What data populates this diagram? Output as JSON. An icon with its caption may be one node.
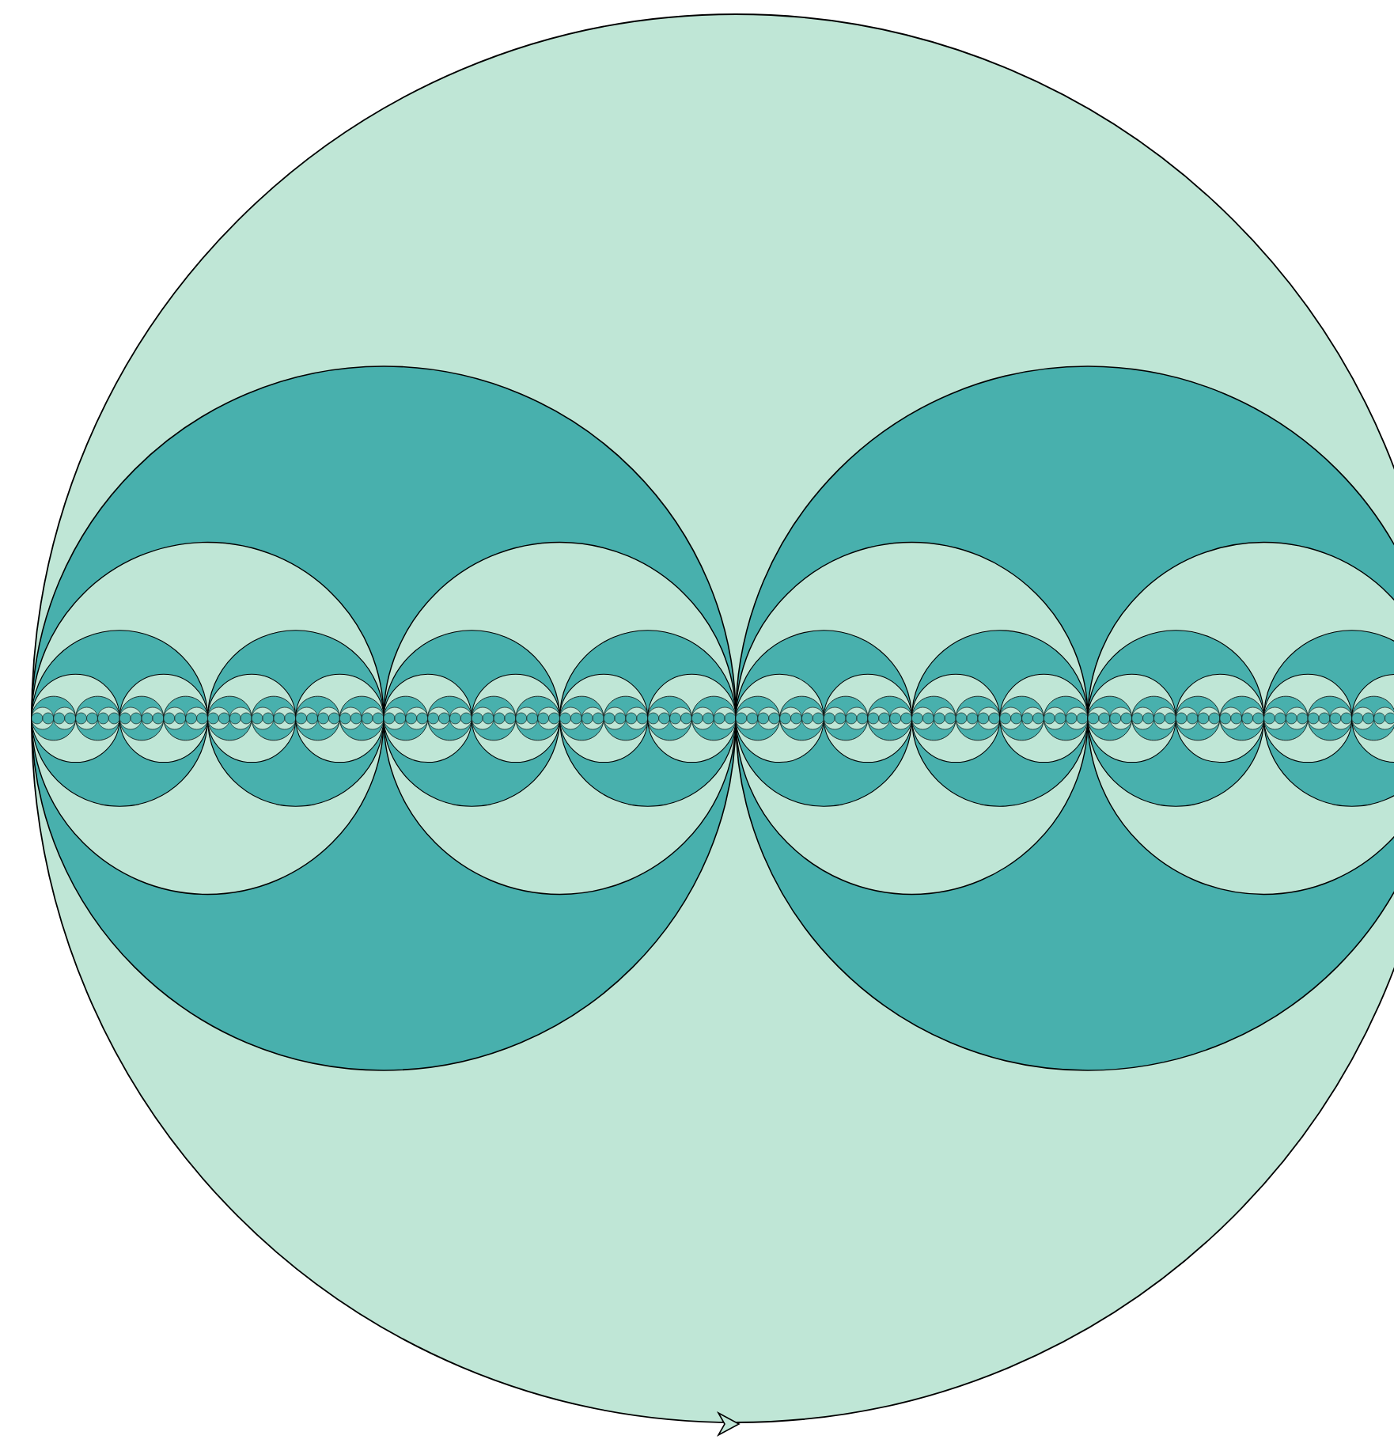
{
  "diagram": {
    "nodes": [
      {
        "text": [],
        "shape": "circle"
      },
      {
        "text": [],
        "shape": "circle",
        "in": 0
      },
      {
        "text": [],
        "shape": "circle",
        "in": 1
      },
      {
        "text": [],
        "shape": "circle",
        "in": 2
      },
      {
        "text": [],
        "shape": "circle",
        "in": 2
      },
      {
        "text": [],
        "shape": "circle",
        "in": 1
      },
      {
        "text": [],
        "shape": "circle",
        "in": 5
      },
      {
        "text": [],
        "shape": "circle",
        "in": 5
      },
      {
        "text": [],
        "shape": "circle",
        "in": 0
      },
      {
        "text": [],
        "shape": "circle",
        "in": 8
      },
      {
        "text": [],
        "shape": "circle",
        "in": 9
      },
      {
        "text": [],
        "shape": "circle",
        "in": 9
      },
      {
        "text": [],
        "shape": "circle",
        "in": 8
      },
      {
        "text": [],
        "shape": "circle",
        "in": 12
      },
      {
        "text": [],
        "shape": "circle",
        "in": 12
      }
    ]
  }
}
